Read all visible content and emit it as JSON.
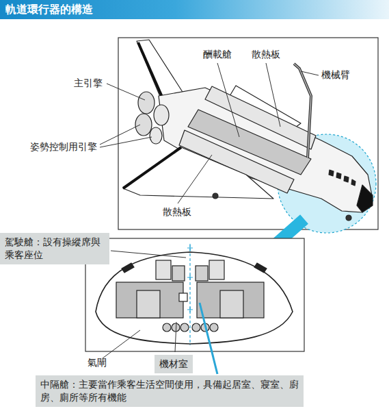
{
  "diagram": {
    "title": "軌道環行器的構造",
    "nodes": [
      {
        "text": [
          "駕駛艙：設有操縱席與乘客座位"
        ]
      },
      {
        "text": [
          "機材室"
        ]
      },
      {
        "text": [
          "中隔艙：主要當作乘客生活空間使用，具備起居室、寢室、廚房、廁所等所有機能"
        ]
      }
    ],
    "labels": [
      "酬載艙",
      "散熱板",
      "機械臂",
      "主引擎",
      "姿勢控制用引擎",
      "散熱板",
      "氣閘"
    ]
  }
}
